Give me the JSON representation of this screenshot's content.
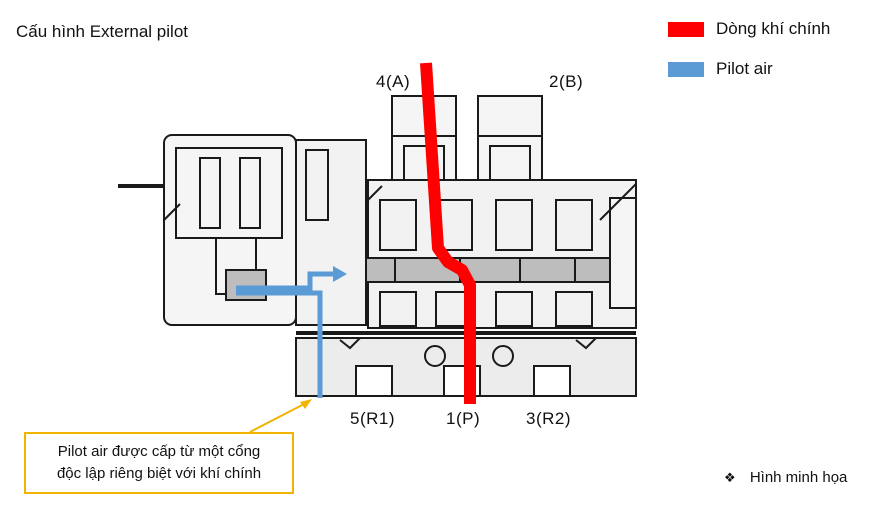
{
  "title": "Cấu hình External pilot",
  "legend": {
    "items": [
      {
        "label": "Dòng khí chính",
        "color": "#ff0000"
      },
      {
        "label": "Pilot air",
        "color": "#5b9bd5"
      }
    ]
  },
  "ports": {
    "a": "4(A)",
    "b": "2(B)",
    "r1": "5(R1)",
    "p": "1(P)",
    "r2": "3(R2)"
  },
  "callout": {
    "line1": "Pilot air được cấp từ một cổng",
    "line2": "độc lập riêng biệt với khí chính"
  },
  "note": {
    "bullet": "❖",
    "text": "Hình minh họa"
  },
  "colors": {
    "main_air": "#ff0000",
    "pilot_air": "#5b9bd5",
    "callout_border": "#f1b400"
  }
}
